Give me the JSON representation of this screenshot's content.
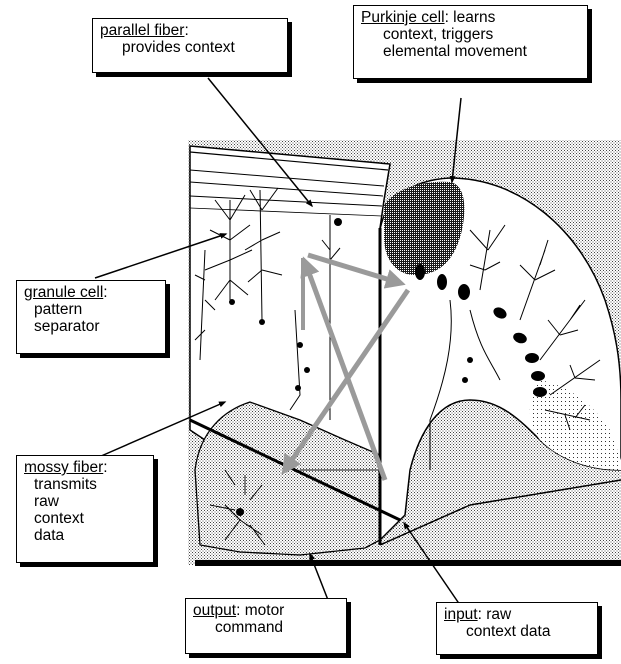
{
  "callouts": {
    "parallel_fiber": {
      "term": "parallel fiber",
      "desc": [
        "provides context"
      ]
    },
    "purkinje_cell": {
      "term": "Purkinje cell",
      "desc_first": " learns",
      "desc": [
        "context, triggers",
        "elemental movement"
      ]
    },
    "granule_cell": {
      "term": "granule cell",
      "desc": [
        "pattern",
        "separator"
      ]
    },
    "mossy_fiber": {
      "term": "mossy fiber",
      "desc": [
        "transmits",
        "raw",
        "context",
        "data"
      ]
    },
    "output": {
      "term": "output",
      "desc_first": " motor",
      "desc": [
        "command"
      ]
    },
    "input": {
      "term": "input",
      "desc_first": " raw",
      "desc": [
        "context data"
      ]
    }
  },
  "colors": {
    "ink": "#000000",
    "arrow_gray": "#9a9a9a",
    "stipple": "#b8b8b8",
    "paper": "#ffffff"
  }
}
